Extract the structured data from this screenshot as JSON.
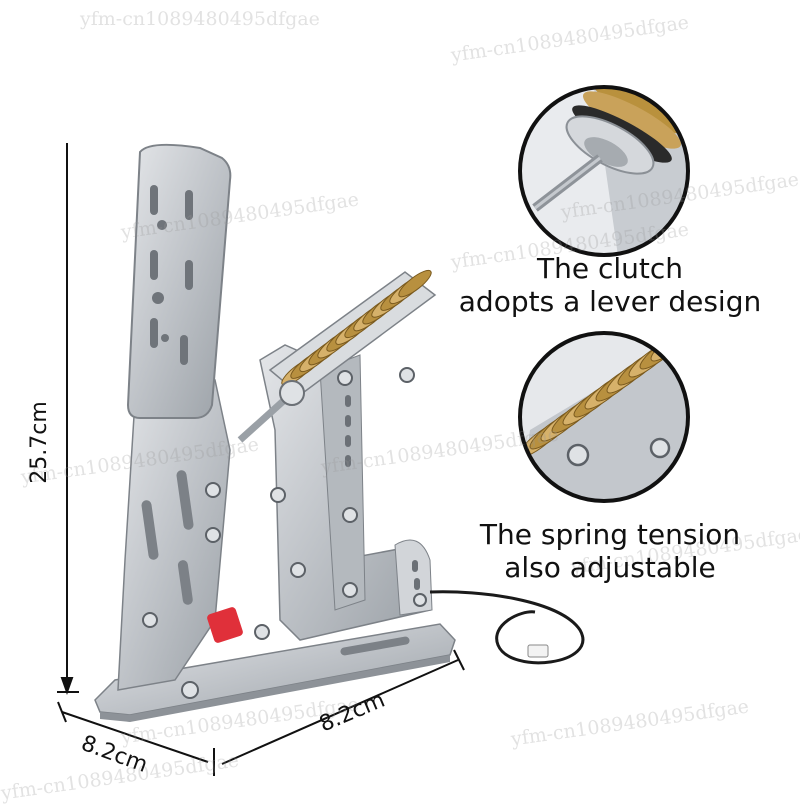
{
  "callouts": [
    {
      "lines": [
        "The clutch",
        "adopts a lever design"
      ]
    },
    {
      "lines": [
        "The spring tension",
        "also adjustable"
      ]
    }
  ],
  "dimensions": {
    "height": "25.7cm",
    "length": "8.2cm",
    "width": "8.2cm"
  },
  "watermark": "yfm-cn1089480495dfgae",
  "colors": {
    "steel": "#c9ccd0",
    "steel_dark": "#8d9298",
    "spring": "#c9a25a",
    "red_part": "#e0303a",
    "cable": "#1a1a1a"
  }
}
